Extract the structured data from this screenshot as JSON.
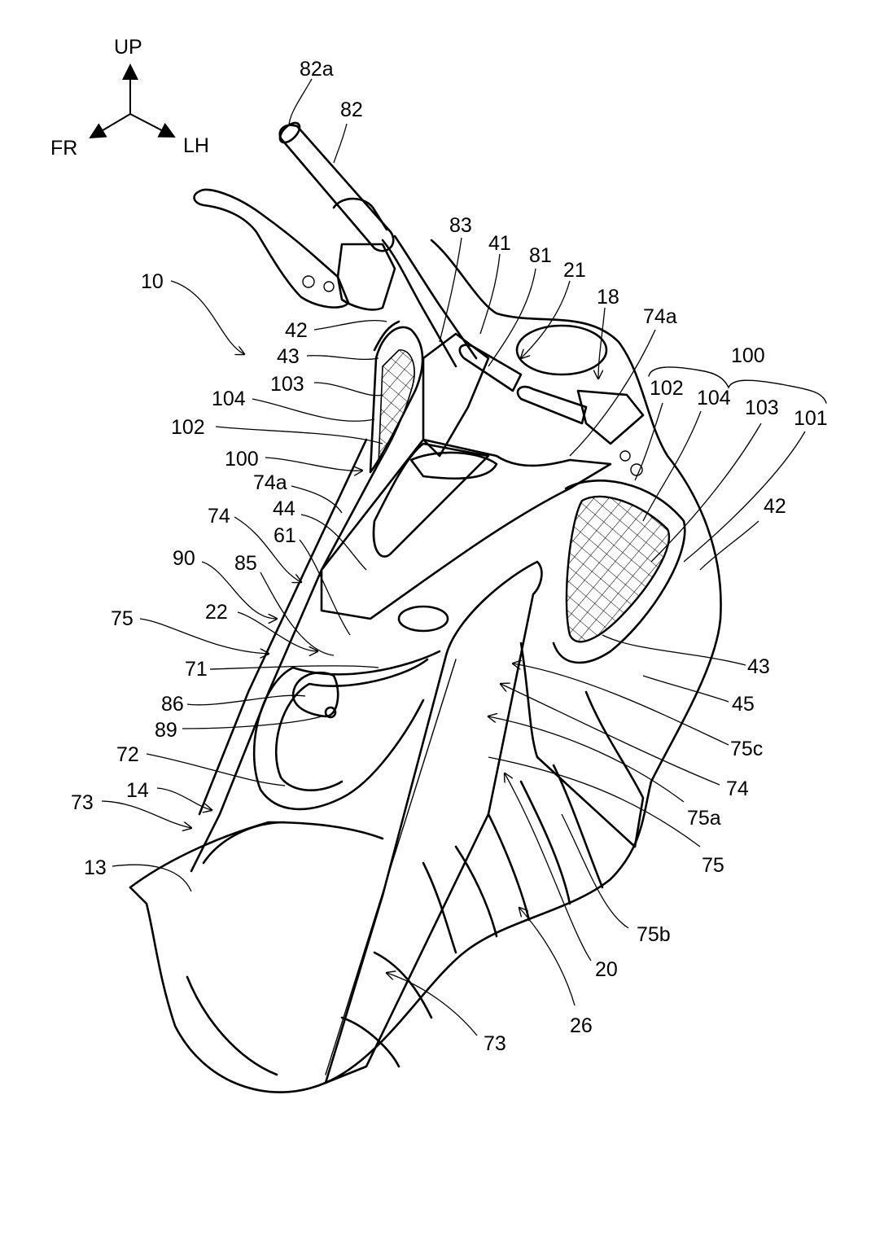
{
  "figure": {
    "type": "patent-drawing",
    "subject": "Vehicle front (handlebar, front cover, air intake mesh) perspective view",
    "orientation": {
      "up": "UP",
      "front": "FR",
      "left": "LH"
    },
    "labels": [
      {
        "id": "l-82a",
        "text": "82a"
      },
      {
        "id": "l-82",
        "text": "82"
      },
      {
        "id": "l-83",
        "text": "83"
      },
      {
        "id": "l-41",
        "text": "41"
      },
      {
        "id": "l-81",
        "text": "81"
      },
      {
        "id": "l-21",
        "text": "21"
      },
      {
        "id": "l-18",
        "text": "18"
      },
      {
        "id": "l-74a-top",
        "text": "74a"
      },
      {
        "id": "l-100-top",
        "text": "100"
      },
      {
        "id": "l-102-right",
        "text": "102"
      },
      {
        "id": "l-104-right",
        "text": "104"
      },
      {
        "id": "l-103-right",
        "text": "103"
      },
      {
        "id": "l-101",
        "text": "101"
      },
      {
        "id": "l-42-right",
        "text": "42"
      },
      {
        "id": "l-10",
        "text": "10"
      },
      {
        "id": "l-42-left",
        "text": "42"
      },
      {
        "id": "l-43-left",
        "text": "43"
      },
      {
        "id": "l-103-left",
        "text": "103"
      },
      {
        "id": "l-104-left",
        "text": "104"
      },
      {
        "id": "l-102-left",
        "text": "102"
      },
      {
        "id": "l-100-left",
        "text": "100"
      },
      {
        "id": "l-74a-left",
        "text": "74a"
      },
      {
        "id": "l-74-left",
        "text": "74"
      },
      {
        "id": "l-44",
        "text": "44"
      },
      {
        "id": "l-61",
        "text": "61"
      },
      {
        "id": "l-90",
        "text": "90"
      },
      {
        "id": "l-85",
        "text": "85"
      },
      {
        "id": "l-75-left",
        "text": "75"
      },
      {
        "id": "l-22",
        "text": "22"
      },
      {
        "id": "l-71",
        "text": "71"
      },
      {
        "id": "l-86",
        "text": "86"
      },
      {
        "id": "l-89",
        "text": "89"
      },
      {
        "id": "l-72",
        "text": "72"
      },
      {
        "id": "l-14",
        "text": "14"
      },
      {
        "id": "l-73-left",
        "text": "73"
      },
      {
        "id": "l-13",
        "text": "13"
      },
      {
        "id": "l-43-right",
        "text": "43"
      },
      {
        "id": "l-45",
        "text": "45"
      },
      {
        "id": "l-75c",
        "text": "75c"
      },
      {
        "id": "l-74-right",
        "text": "74"
      },
      {
        "id": "l-75a",
        "text": "75a"
      },
      {
        "id": "l-75-right",
        "text": "75"
      },
      {
        "id": "l-75b",
        "text": "75b"
      },
      {
        "id": "l-20",
        "text": "20"
      },
      {
        "id": "l-26",
        "text": "26"
      },
      {
        "id": "l-73-bottom",
        "text": "73"
      }
    ]
  }
}
